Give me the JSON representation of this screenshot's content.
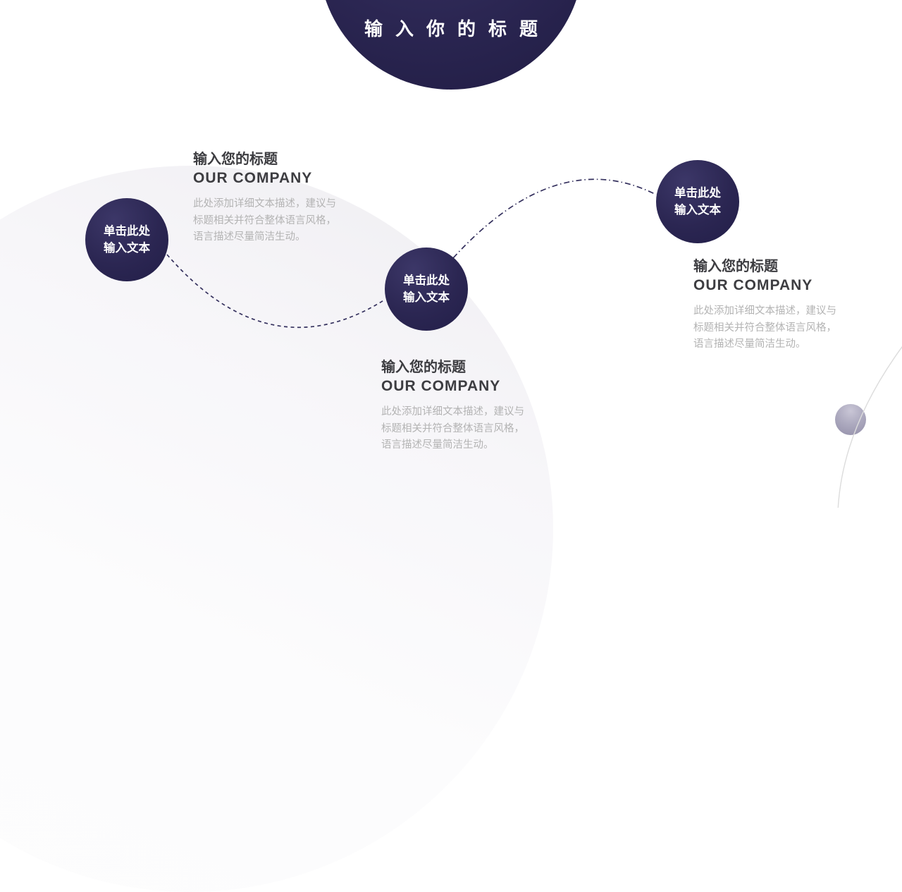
{
  "slide": {
    "title": "输入你的标题"
  },
  "nodes": [
    {
      "line1": "单击此处",
      "line2": "输入文本"
    },
    {
      "line1": "单击此处",
      "line2": "输入文本"
    },
    {
      "line1": "单击此处",
      "line2": "输入文本"
    }
  ],
  "sections": [
    {
      "heading_cn": "输入您的标题",
      "heading_en": "OUR COMPANY",
      "body_line1": "此处添加详细文本描述，建议与",
      "body_line2": "标题相关并符合整体语言风格，",
      "body_line3": "语言描述尽量简洁生动。"
    },
    {
      "heading_cn": "输入您的标题",
      "heading_en": "OUR COMPANY",
      "body_line1": "此处添加详细文本描述，建议与",
      "body_line2": "标题相关并符合整体语言风格，",
      "body_line3": "语言描述尽量简洁生动。"
    },
    {
      "heading_cn": "输入您的标题",
      "heading_en": "OUR COMPANY",
      "body_line1": "此处添加详细文本描述，建议与",
      "body_line2": "标题相关并符合整体语言风格，",
      "body_line3": "语言描述尽量简洁生动。"
    }
  ],
  "colors": {
    "navy": "#2b2652",
    "heading_text": "#3d3d41",
    "body_text": "#b3b3b3",
    "bg_circle": "#f1f0f3",
    "connector": "#35315e",
    "arc": "#dcdcdc",
    "sphere": "#a7a3b9"
  }
}
